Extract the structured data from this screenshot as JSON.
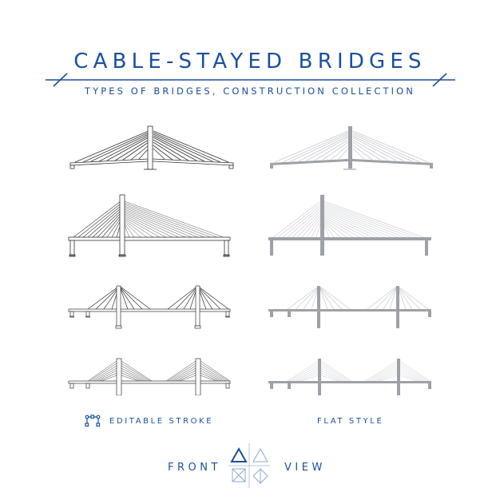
{
  "header": {
    "title": "CABLE-STAYED BRIDGES",
    "subtitle": "TYPES OF BRIDGES, CONSTRUCTION COLLECTION"
  },
  "colors": {
    "brand_blue": "#1b4f9c",
    "outline_stroke": "#333333",
    "flat_gray": "#9ea1a7",
    "flat_cable": "#c7cad0",
    "background": "#ffffff"
  },
  "columns": [
    {
      "style": "outline",
      "label": "EDITABLE STROKE",
      "icon": "vector-path-icon"
    },
    {
      "style": "flat",
      "label": "FLAT STYLE"
    }
  ],
  "bridges": [
    {
      "id": "single-pylon-fan",
      "description": "Single central pylon, symmetric fan cables"
    },
    {
      "id": "single-pylon-asymmetric",
      "description": "Single pylon, asymmetric harp with long back span"
    },
    {
      "id": "twin-pylon-fan",
      "description": "Twin pylons with sparse fan cables"
    },
    {
      "id": "twin-pylon-dense",
      "description": "Twin pylons with dense harp cables"
    }
  ],
  "footer": {
    "left_word": "FRONT",
    "right_word": "VIEW",
    "icon": "view-projection-icon"
  }
}
